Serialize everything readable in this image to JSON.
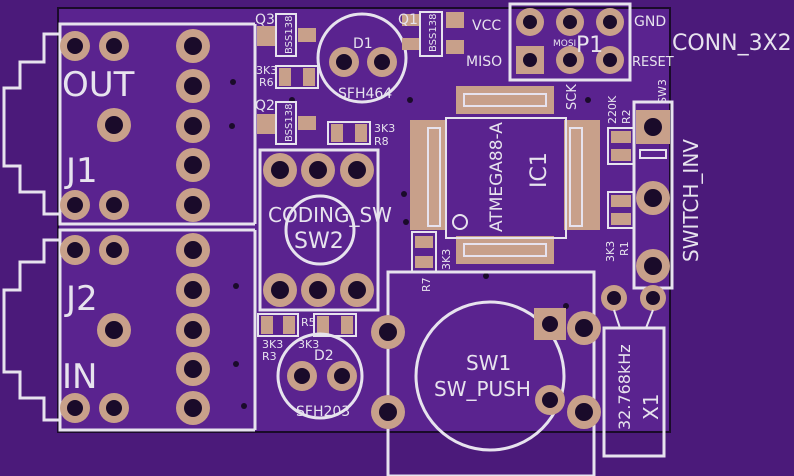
{
  "colors": {
    "background": "#4b1a7a",
    "board": "#5a238f",
    "silkscreen": "#e7e3ee",
    "copper": "#c8a08a",
    "drill": "#1a0b2a"
  },
  "labels": {
    "j1_out": "OUT",
    "j1_ref": "J1",
    "j2_ref": "J2",
    "j2_in": "IN",
    "q3": "Q3",
    "q1": "Q1",
    "q2": "Q2",
    "bss1": "BSS138",
    "bss2": "BSS138",
    "bss3": "BSS138",
    "r6_val": "3K3",
    "r6_ref": "R6",
    "r8_val": "3K3",
    "r8_ref": "R8",
    "d1_ref": "D1",
    "d1_part": "SFH464",
    "vcc": "VCC",
    "miso": "MISO",
    "mosi": "MOSI",
    "p1_ref": "P1",
    "gnd": "GND",
    "reset": "RESET",
    "conn": "CONN_3X2",
    "sck": "SCK",
    "r2_val": "220K",
    "r2_ref": "R2",
    "sw3_ref": "SW3",
    "switch_inv": "SWITCH_INV",
    "ic1_part": "ATMEGA88-A",
    "ic1_ref": "IC1",
    "coding_sw": "CODING_SW",
    "sw2_ref": "SW2",
    "r1_val": "3K3",
    "r1_ref": "R1",
    "ic_3k3": "3K3",
    "r7_ref": "R7",
    "r5_ref": "R5",
    "r3_val": "3K3",
    "r3_ref": "R3",
    "d2_val": "3K3",
    "d2_ref": "D2",
    "d2_part": "SFH203",
    "sw1_ref": "SW1",
    "sw1_part": "SW_PUSH",
    "x1_freq": "32.768kHz",
    "x1_ref": "X1"
  }
}
